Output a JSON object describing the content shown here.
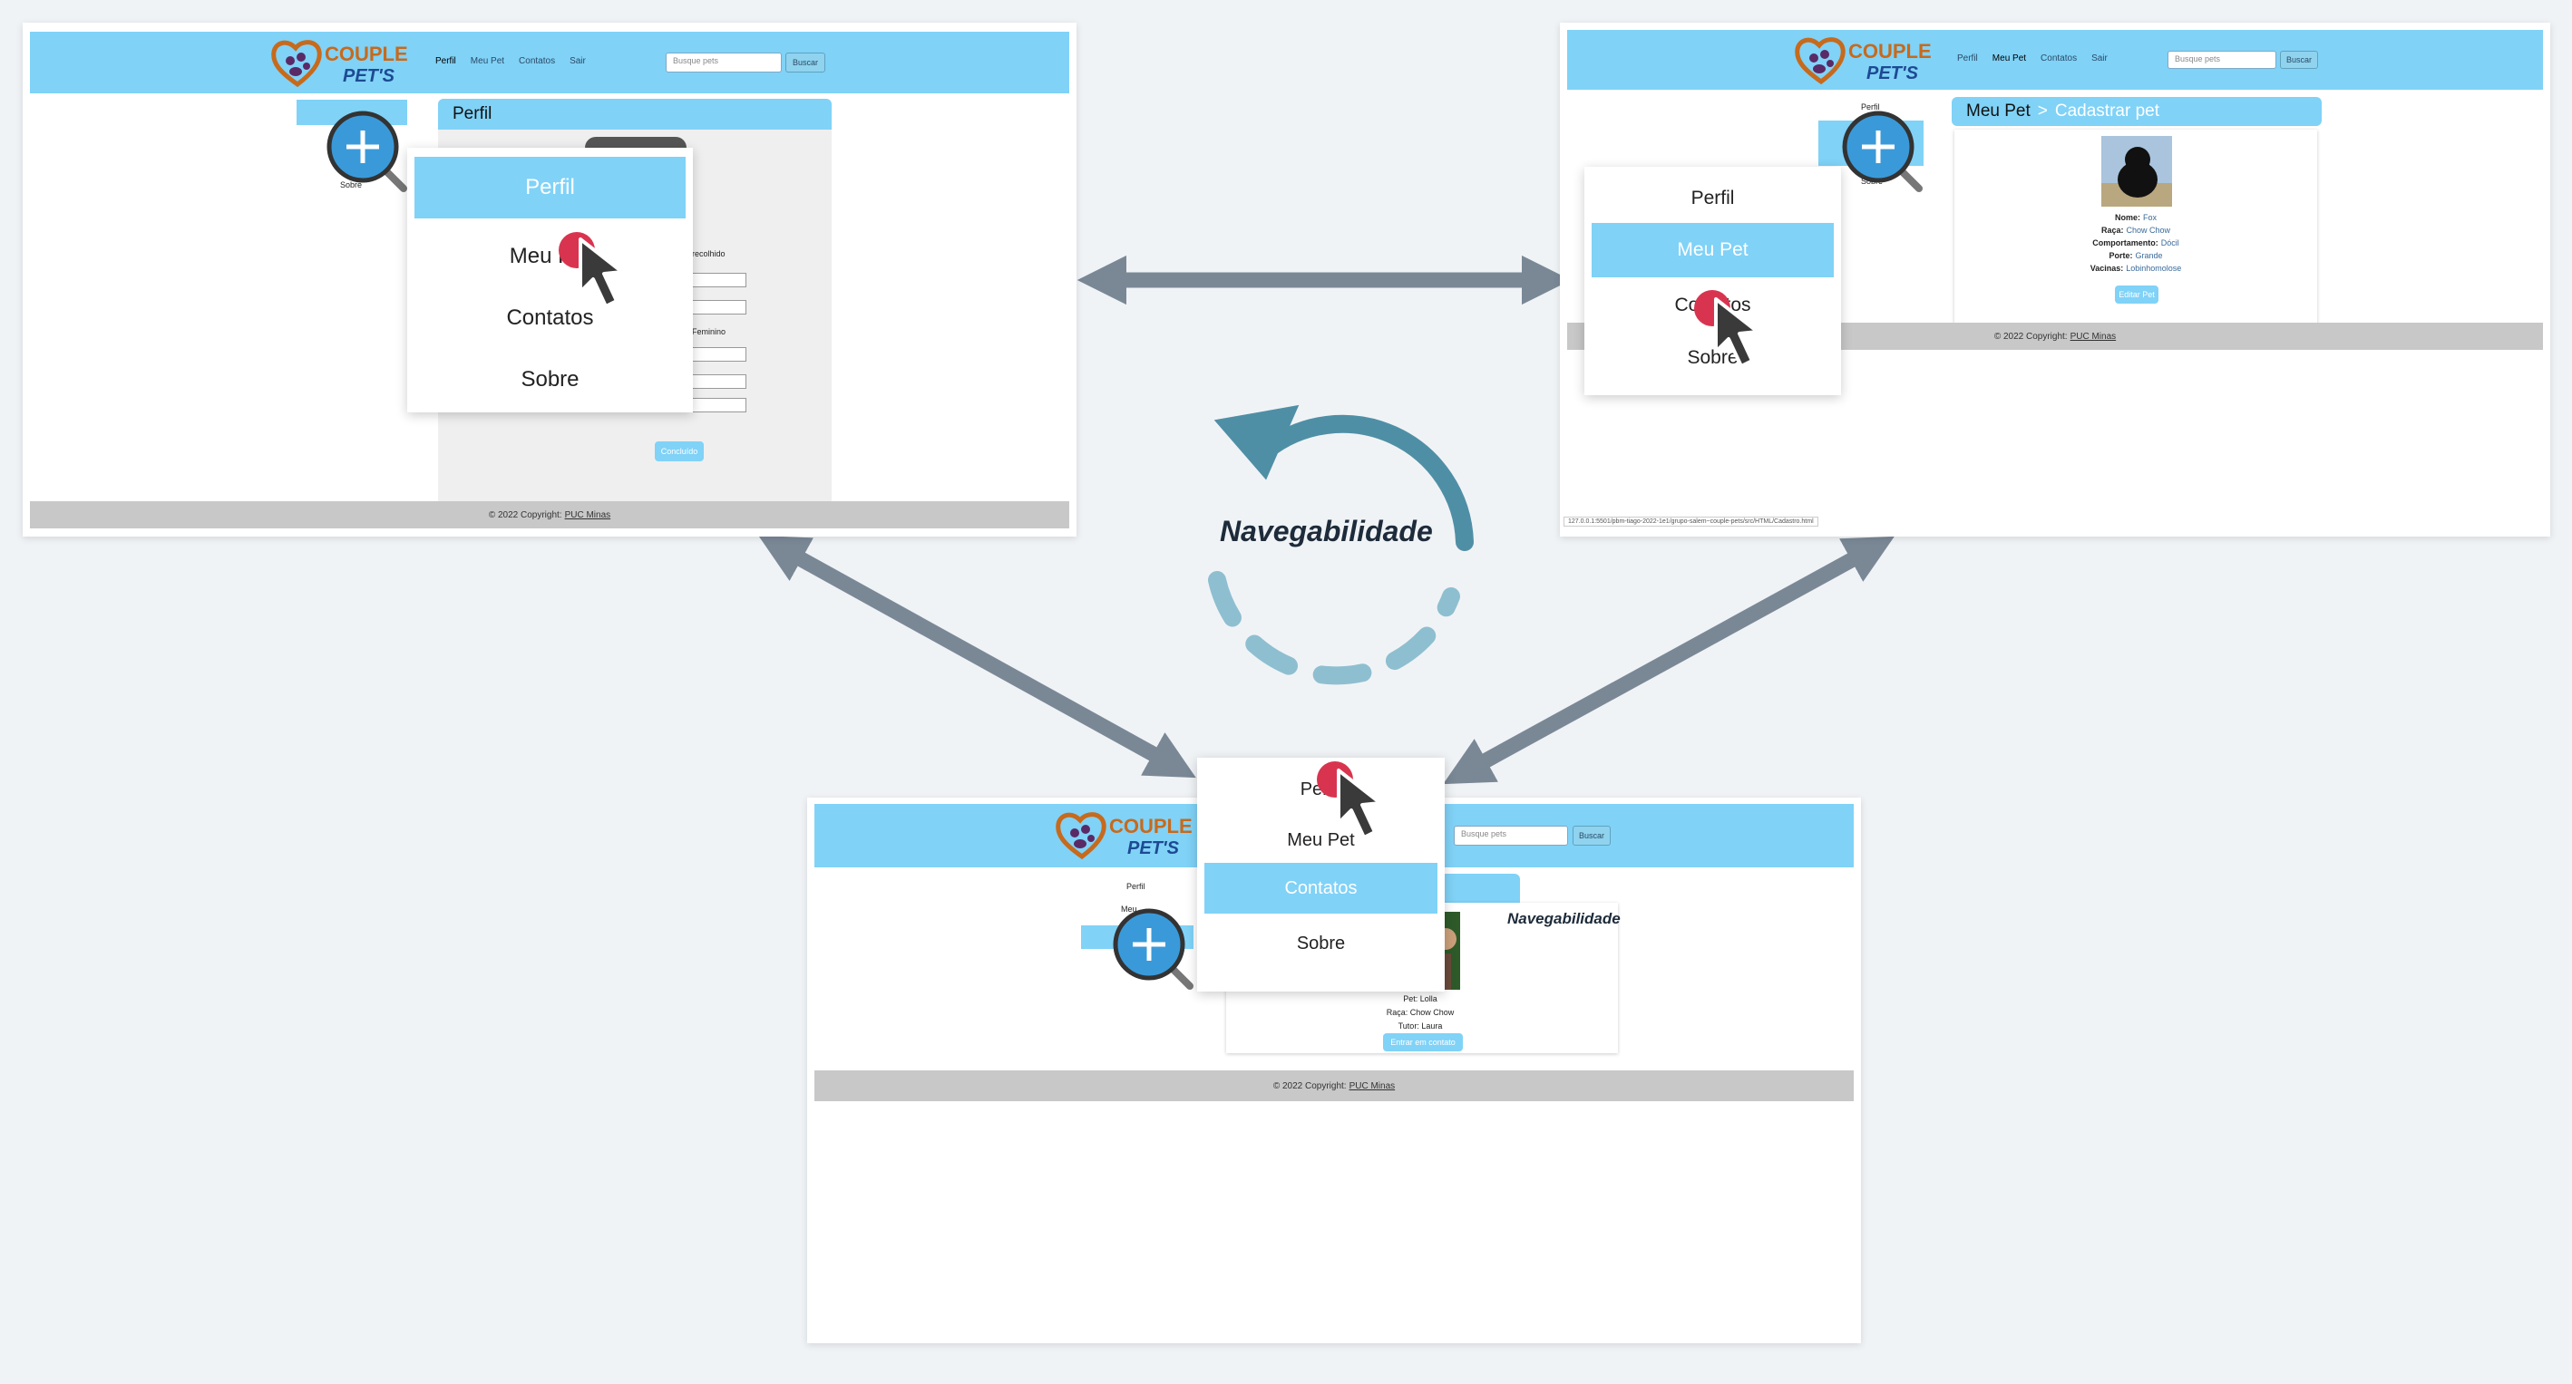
{
  "center_label": "Navegabilidade",
  "colors": {
    "header": "#80d2f7",
    "arrow": "#7a8896",
    "cycle": "#4f8fa6",
    "cursor_dot": "#d9344f",
    "zoom": "#3a9ad9"
  },
  "brand": {
    "line1": "COUPLE",
    "line2": "PET'S"
  },
  "shot_perfil": {
    "nav": [
      "Perfil",
      "Meu Pet",
      "Contatos",
      "Sair"
    ],
    "search_placeholder": "Busque pets",
    "search_button": "Buscar",
    "sidebar_label": "Sobre",
    "panel_title": "Perfil",
    "field_label_1": "recolhido",
    "field_label_2": "Feminino",
    "submit": "Concluído",
    "footer_text": "© 2022 Copyright:",
    "footer_link": "PUC Minas",
    "menu": [
      "Perfil",
      "Meu Pet",
      "Contatos",
      "Sobre"
    ],
    "menu_active": 0
  },
  "shot_meupet": {
    "nav": [
      "Perfil",
      "Meu Pet",
      "Contatos",
      "Sair"
    ],
    "search_placeholder": "Busque pets",
    "search_button": "Buscar",
    "sidebar_label_top": "Perfil",
    "sidebar_label": "Sobre",
    "panel_title": "Meu Pet",
    "panel_breadcrumb_sep": ">",
    "panel_subtitle": "Cadastrar pet",
    "pet_info": [
      {
        "k": "Nome:",
        "v": "Fox"
      },
      {
        "k": "Raça:",
        "v": "Chow Chow"
      },
      {
        "k": "Comportamento:",
        "v": "Dócil"
      },
      {
        "k": "Porte:",
        "v": "Grande"
      },
      {
        "k": "Vacinas:",
        "v": "Lobinhomolose"
      }
    ],
    "edit_button": "Editar Pet",
    "footer_text": "© 2022 Copyright:",
    "footer_link": "PUC Minas",
    "status_url": "127.0.0.1:5501/pbm-tiago-2022-1e1/grupo-salem~couple-pets/src/HTML/Cadastro.html",
    "menu": [
      "Perfil",
      "Meu Pet",
      "Contatos",
      "Sobre"
    ],
    "menu_active": 1
  },
  "shot_contatos": {
    "search_placeholder": "Busque pets",
    "search_button": "Buscar",
    "sidebar_top": "Perfil",
    "sidebar_second": "Meu",
    "card_title": "Navegabilidade",
    "card_lines": [
      "Pet: Lolla",
      "Raça: Chow Chow",
      "Tutor: Laura"
    ],
    "contact_button": "Entrar em contato",
    "footer_text": "© 2022 Copyright:",
    "footer_link": "PUC Minas",
    "menu": [
      "Perfil",
      "Meu Pet",
      "Contatos",
      "Sobre"
    ],
    "menu_active": 2
  }
}
